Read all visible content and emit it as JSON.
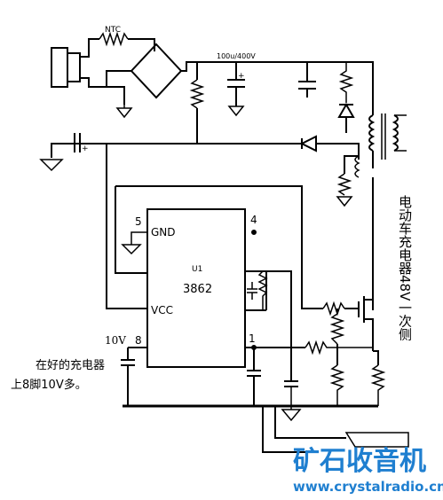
{
  "labels": {
    "ntc": "NTC",
    "cap_bulk": "100u/400V",
    "plus": "+",
    "u1": "U1",
    "ic": "3862",
    "gnd": "GND",
    "vcc": "VCC",
    "pin5": "5",
    "pin4": "4",
    "pin8": "8",
    "pin1": "1",
    "v10": "10V",
    "note_line1": "在好的充电器",
    "note_line2": "上8脚10V多。",
    "side_title": "电动车充电器48V一次侧"
  },
  "watermark": {
    "brand": "矿石收音机",
    "url": "www.crystalradio.cn",
    "color": "#1f7fd0"
  }
}
